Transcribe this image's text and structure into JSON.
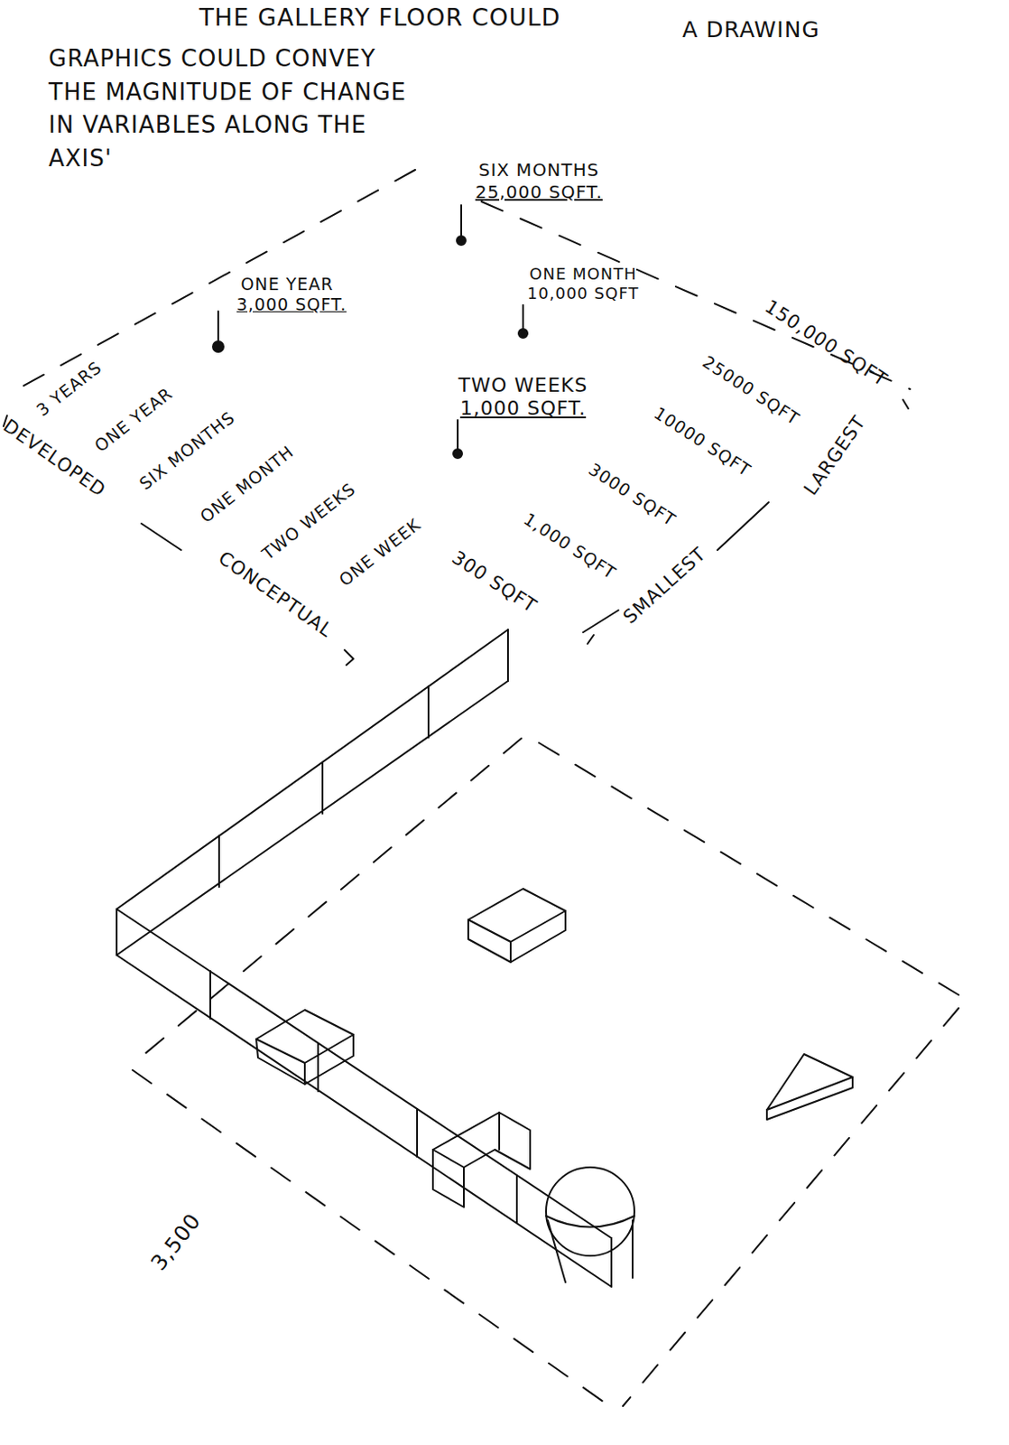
{
  "diagram": {
    "labels": [
      "THE GALLERY FLOOR COULD",
      "A DRAWING",
      "GRAPHICS COULD CONVEY THE MAGNITUDE OF CHANGE IN VARIABLES ALONG THE AXIS'",
      "SIX MONTHS",
      "25,000 SQFT.",
      "ONE YEAR",
      "3,000 SQFT.",
      "ONE MONTH",
      "10,000 SQFT",
      "TWO WEEKS",
      "1,000 SQFT.",
      "3 YEARS",
      "ONE YEAR",
      "SIX MONTHS",
      "ONE MONTH",
      "TWO WEEKS",
      "ONE WEEK",
      "DEVELOPED",
      "CONCEPTUAL",
      "150,000 SQFT",
      "25000 SQFT",
      "10000 SQFT",
      "3000 SQFT",
      "1,000 SQFT",
      "300 SQFT",
      "LARGEST",
      "SMALLEST",
      "3,500"
    ]
  }
}
